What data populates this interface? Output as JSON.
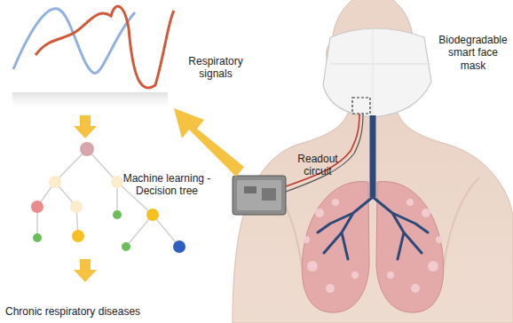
{
  "diagram": {
    "labels": [
      "Respiratory signals",
      "Machine learning -Decision tree",
      "Chronic respiratory diseases",
      "Biodegradable smart face mask",
      "Readout circuit"
    ]
  }
}
